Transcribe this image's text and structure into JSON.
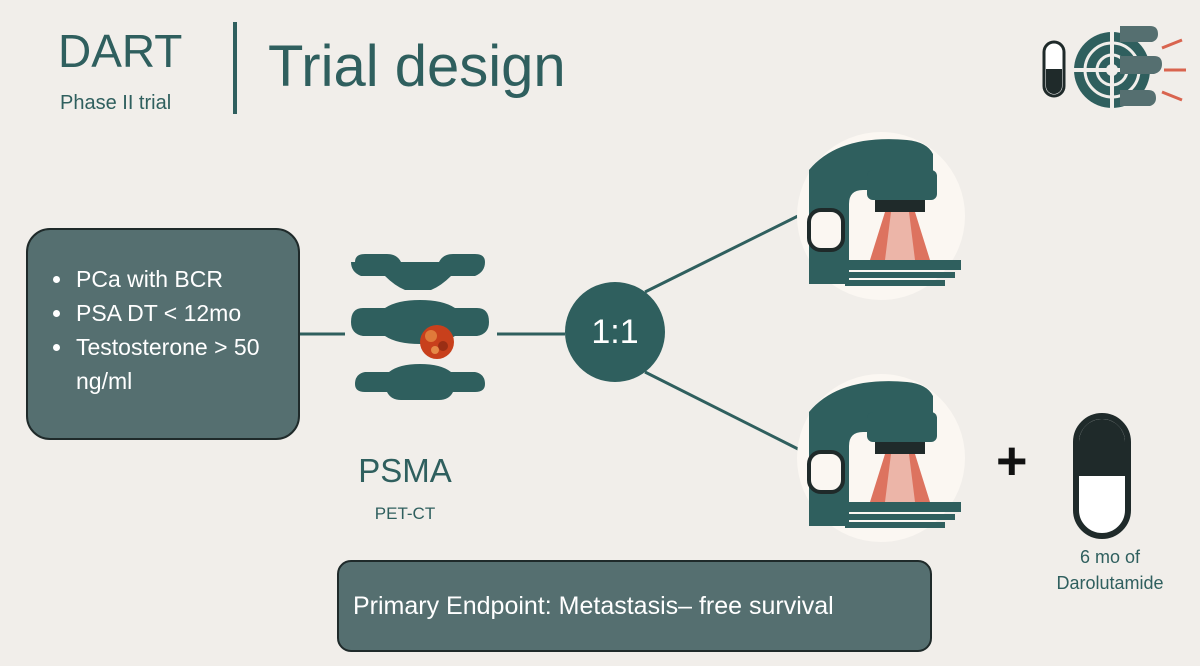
{
  "header": {
    "trial_name": "DART",
    "trial_phase": "Phase II trial",
    "title": "Trial design"
  },
  "eligibility": {
    "items": [
      "PCa with BCR",
      "PSA DT < 12mo",
      "Testosterone > 50 ng/ml"
    ]
  },
  "imaging": {
    "label": "PSMA",
    "sublabel": "PET-CT",
    "icon": "vertebra-lesion-icon"
  },
  "randomization": {
    "ratio": "1:1"
  },
  "arms": [
    {
      "icon": "radiotherapy-linac-icon"
    },
    {
      "icon": "radiotherapy-linac-icon",
      "addon_symbol": "+",
      "addon_icon": "capsule-icon",
      "addon_caption_line1": "6 mo of",
      "addon_caption_line2": "Darolutamide"
    }
  ],
  "endpoint": {
    "text": "Primary Endpoint: Metastasis– free survival"
  },
  "colors": {
    "background": "#f1eeea",
    "teal_dark": "#2f5f5e",
    "teal_box": "#556f70",
    "beam_red": "#d9644f",
    "lesion_orange": "#c8401c"
  }
}
